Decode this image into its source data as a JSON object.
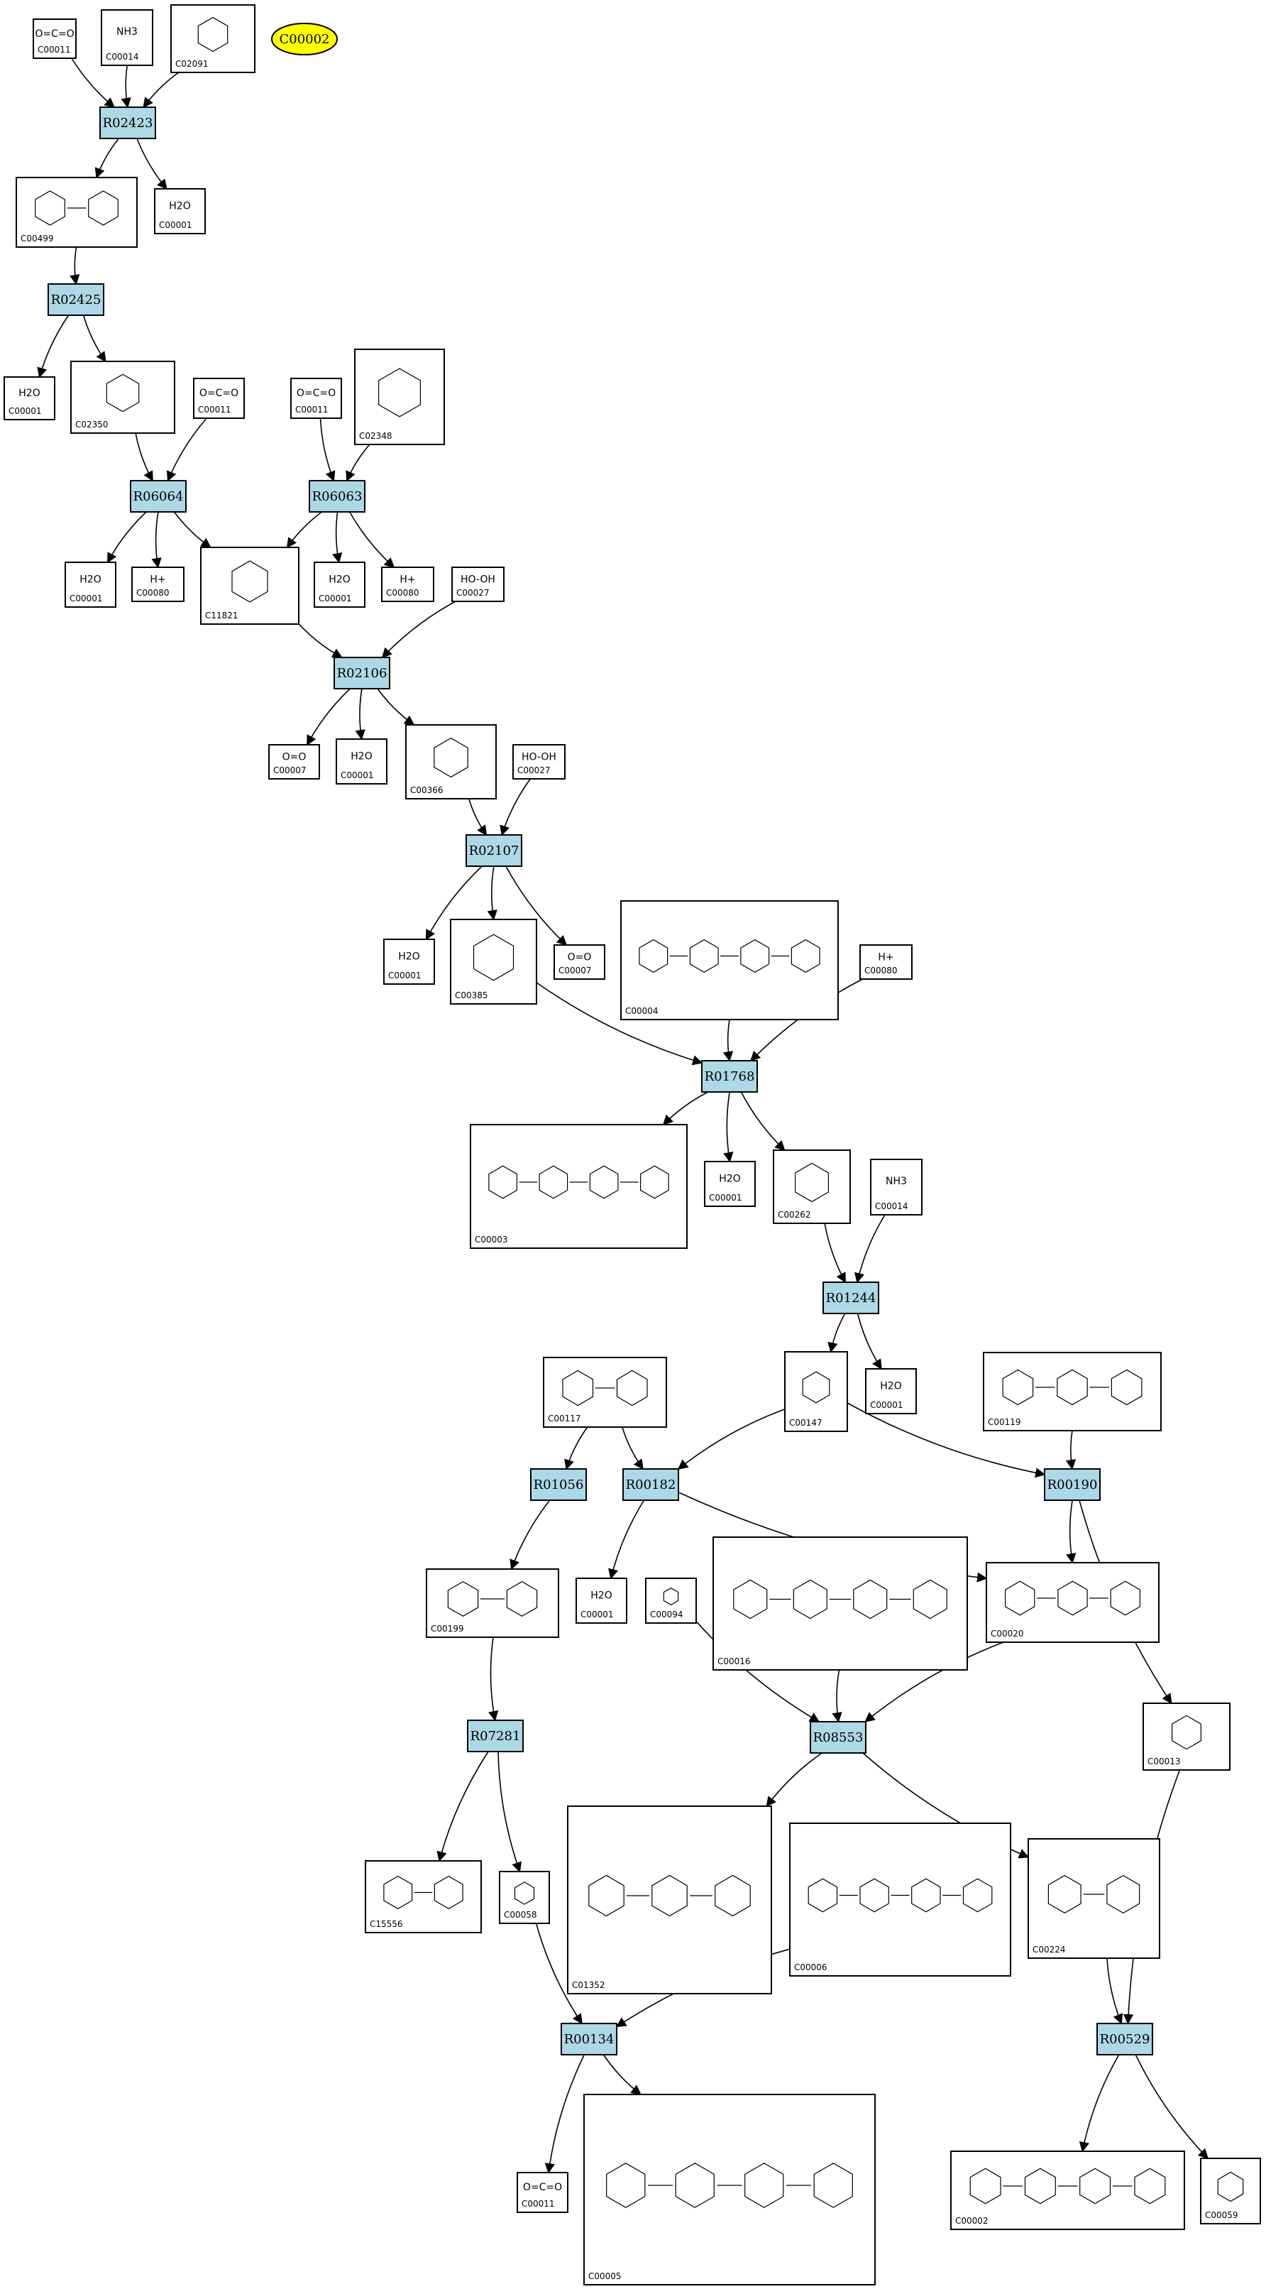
{
  "highlight": {
    "id": "C00002",
    "label": "C00002",
    "fill": "#FFFF00"
  },
  "colors": {
    "reaction_fill": "#ADD8E6",
    "highlight_fill": "#FFFF00",
    "stroke": "#000000"
  },
  "reactions": [
    {
      "id": "R02423",
      "label": "R02423"
    },
    {
      "id": "R02425",
      "label": "R02425"
    },
    {
      "id": "R06064",
      "label": "R06064"
    },
    {
      "id": "R06063",
      "label": "R06063"
    },
    {
      "id": "R02106",
      "label": "R02106"
    },
    {
      "id": "R02107",
      "label": "R02107"
    },
    {
      "id": "R01768",
      "label": "R01768"
    },
    {
      "id": "R01244",
      "label": "R01244"
    },
    {
      "id": "R01056",
      "label": "R01056"
    },
    {
      "id": "R00182",
      "label": "R00182"
    },
    {
      "id": "R00190",
      "label": "R00190"
    },
    {
      "id": "R07281",
      "label": "R07281"
    },
    {
      "id": "R08553",
      "label": "R08553"
    },
    {
      "id": "R00134",
      "label": "R00134"
    },
    {
      "id": "R00529",
      "label": "R00529"
    }
  ],
  "compounds": [
    {
      "key": "c00011_a",
      "id": "C00011",
      "formula": "O=C=O"
    },
    {
      "key": "c00014_a",
      "id": "C00014",
      "formula": "NH3"
    },
    {
      "key": "c02091",
      "id": "C02091",
      "formula": ""
    },
    {
      "key": "c00499",
      "id": "C00499",
      "formula": ""
    },
    {
      "key": "c00001_a",
      "id": "C00001",
      "formula": "H2O"
    },
    {
      "key": "c00001_b",
      "id": "C00001",
      "formula": "H2O"
    },
    {
      "key": "c02350",
      "id": "C02350",
      "formula": ""
    },
    {
      "key": "c00011_b",
      "id": "C00011",
      "formula": "O=C=O"
    },
    {
      "key": "c00011_c",
      "id": "C00011",
      "formula": "O=C=O"
    },
    {
      "key": "c02348",
      "id": "C02348",
      "formula": ""
    },
    {
      "key": "c00001_c",
      "id": "C00001",
      "formula": "H2O"
    },
    {
      "key": "c00080_a",
      "id": "C00080",
      "formula": "H+"
    },
    {
      "key": "c11821",
      "id": "C11821",
      "formula": ""
    },
    {
      "key": "c00001_d",
      "id": "C00001",
      "formula": "H2O"
    },
    {
      "key": "c00080_b",
      "id": "C00080",
      "formula": "H+"
    },
    {
      "key": "c00027_a",
      "id": "C00027",
      "formula": "HO-OH"
    },
    {
      "key": "c00007_a",
      "id": "C00007",
      "formula": "O=O"
    },
    {
      "key": "c00001_e",
      "id": "C00001",
      "formula": "H2O"
    },
    {
      "key": "c00366",
      "id": "C00366",
      "formula": ""
    },
    {
      "key": "c00027_b",
      "id": "C00027",
      "formula": "HO-OH"
    },
    {
      "key": "c00001_f",
      "id": "C00001",
      "formula": "H2O"
    },
    {
      "key": "c00385",
      "id": "C00385",
      "formula": ""
    },
    {
      "key": "c00007_b",
      "id": "C00007",
      "formula": "O=O"
    },
    {
      "key": "c00004",
      "id": "C00004",
      "formula": ""
    },
    {
      "key": "c00080_c",
      "id": "C00080",
      "formula": "H+"
    },
    {
      "key": "c00003",
      "id": "C00003",
      "formula": ""
    },
    {
      "key": "c00001_g",
      "id": "C00001",
      "formula": "H2O"
    },
    {
      "key": "c00262",
      "id": "C00262",
      "formula": ""
    },
    {
      "key": "c00014_b",
      "id": "C00014",
      "formula": "NH3"
    },
    {
      "key": "c00117",
      "id": "C00117",
      "formula": ""
    },
    {
      "key": "c00147",
      "id": "C00147",
      "formula": ""
    },
    {
      "key": "c00001_h",
      "id": "C00001",
      "formula": "H2O"
    },
    {
      "key": "c00119",
      "id": "C00119",
      "formula": ""
    },
    {
      "key": "c00199",
      "id": "C00199",
      "formula": ""
    },
    {
      "key": "c00001_i",
      "id": "C00001",
      "formula": "H2O"
    },
    {
      "key": "c00094",
      "id": "C00094",
      "formula": ""
    },
    {
      "key": "c00016",
      "id": "C00016",
      "formula": ""
    },
    {
      "key": "c00020",
      "id": "C00020",
      "formula": ""
    },
    {
      "key": "c00013",
      "id": "C00013",
      "formula": ""
    },
    {
      "key": "c15556",
      "id": "C15556",
      "formula": ""
    },
    {
      "key": "c00058",
      "id": "C00058",
      "formula": ""
    },
    {
      "key": "c01352",
      "id": "C01352",
      "formula": ""
    },
    {
      "key": "c00006",
      "id": "C00006",
      "formula": ""
    },
    {
      "key": "c00224",
      "id": "C00224",
      "formula": ""
    },
    {
      "key": "c00011_d",
      "id": "C00011",
      "formula": "O=C=O"
    },
    {
      "key": "c00005",
      "id": "C00005",
      "formula": ""
    },
    {
      "key": "c00002",
      "id": "C00002",
      "formula": ""
    },
    {
      "key": "c00059",
      "id": "C00059",
      "formula": ""
    }
  ],
  "edges": [
    {
      "from": "c00011_a",
      "to": "R02423"
    },
    {
      "from": "c00014_a",
      "to": "R02423"
    },
    {
      "from": "c02091",
      "to": "R02423"
    },
    {
      "from": "R02423",
      "to": "c00499"
    },
    {
      "from": "R02423",
      "to": "c00001_a"
    },
    {
      "from": "c00499",
      "to": "R02425"
    },
    {
      "from": "R02425",
      "to": "c00001_b"
    },
    {
      "from": "R02425",
      "to": "c02350"
    },
    {
      "from": "c02350",
      "to": "R06064"
    },
    {
      "from": "c00011_b",
      "to": "R06064"
    },
    {
      "from": "c00011_c",
      "to": "R06063"
    },
    {
      "from": "c02348",
      "to": "R06063"
    },
    {
      "from": "R06064",
      "to": "c00001_c"
    },
    {
      "from": "R06064",
      "to": "c00080_a"
    },
    {
      "from": "R06064",
      "to": "c11821"
    },
    {
      "from": "R06063",
      "to": "c11821"
    },
    {
      "from": "R06063",
      "to": "c00001_d"
    },
    {
      "from": "R06063",
      "to": "c00080_b"
    },
    {
      "from": "c11821",
      "to": "R02106"
    },
    {
      "from": "c00027_a",
      "to": "R02106"
    },
    {
      "from": "R02106",
      "to": "c00007_a"
    },
    {
      "from": "R02106",
      "to": "c00001_e"
    },
    {
      "from": "R02106",
      "to": "c00366"
    },
    {
      "from": "c00366",
      "to": "R02107"
    },
    {
      "from": "c00027_b",
      "to": "R02107"
    },
    {
      "from": "R02107",
      "to": "c00001_f"
    },
    {
      "from": "R02107",
      "to": "c00385"
    },
    {
      "from": "R02107",
      "to": "c00007_b"
    },
    {
      "from": "c00385",
      "to": "R01768"
    },
    {
      "from": "c00004",
      "to": "R01768"
    },
    {
      "from": "c00080_c",
      "to": "R01768"
    },
    {
      "from": "R01768",
      "to": "c00003"
    },
    {
      "from": "R01768",
      "to": "c00001_g"
    },
    {
      "from": "R01768",
      "to": "c00262"
    },
    {
      "from": "c00262",
      "to": "R01244"
    },
    {
      "from": "c00014_b",
      "to": "R01244"
    },
    {
      "from": "R01244",
      "to": "c00147"
    },
    {
      "from": "R01244",
      "to": "c00001_h"
    },
    {
      "from": "c00117",
      "to": "R01056"
    },
    {
      "from": "c00117",
      "to": "R00182"
    },
    {
      "from": "c00147",
      "to": "R00182"
    },
    {
      "from": "c00147",
      "to": "R00190"
    },
    {
      "from": "c00119",
      "to": "R00190"
    },
    {
      "from": "R01056",
      "to": "c00199"
    },
    {
      "from": "R00182",
      "to": "c00001_i"
    },
    {
      "from": "R00182",
      "to": "c00020"
    },
    {
      "from": "R00190",
      "to": "c00020"
    },
    {
      "from": "R00190",
      "to": "c00013"
    },
    {
      "from": "c00199",
      "to": "R07281"
    },
    {
      "from": "c00094",
      "to": "R08553"
    },
    {
      "from": "c00016",
      "to": "R08553"
    },
    {
      "from": "c00020",
      "to": "R08553"
    },
    {
      "from": "R07281",
      "to": "c15556"
    },
    {
      "from": "R07281",
      "to": "c00058"
    },
    {
      "from": "R08553",
      "to": "c01352"
    },
    {
      "from": "R08553",
      "to": "c00224"
    },
    {
      "from": "c00058",
      "to": "R00134"
    },
    {
      "from": "c00006",
      "to": "R00134"
    },
    {
      "from": "c00224",
      "to": "R00529"
    },
    {
      "from": "c00013",
      "to": "R00529"
    },
    {
      "from": "R00134",
      "to": "c00011_d"
    },
    {
      "from": "R00134",
      "to": "c00005"
    },
    {
      "from": "R00529",
      "to": "c00002"
    },
    {
      "from": "R00529",
      "to": "c00059"
    }
  ]
}
